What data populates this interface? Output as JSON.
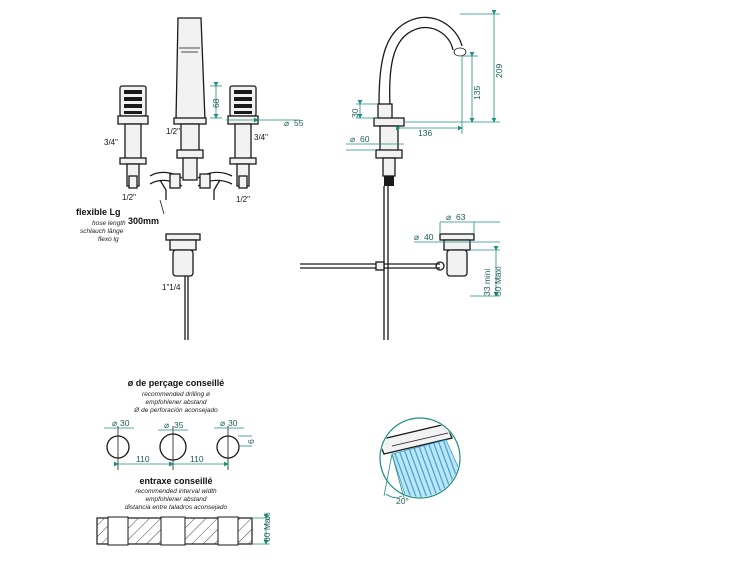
{
  "front_view": {
    "dim_68": "68",
    "dim_55": "55",
    "label_half_inch_center": "1/2\"",
    "label_3_4_left": "3/4\"",
    "label_3_4_right": "3/4\"",
    "label_half_left": "1/2\"",
    "label_half_right": "1/2\"",
    "label_waste": "1\"1/4",
    "hose_label": "flexible Lg",
    "hose_label_en": "hose length",
    "hose_label_de": "schlauch länge",
    "hose_label_es": "flexo lg",
    "hose_length": "300mm"
  },
  "side_view": {
    "dim_209": "209",
    "dim_135": "135",
    "dim_136": "136",
    "dim_60": "60",
    "dim_30": "30",
    "dim_63": "63",
    "dim_40": "40",
    "dim_33": "33  mini",
    "dim_50": "50 Maxi"
  },
  "drilling": {
    "title": "ø de perçage conseillé",
    "line_en": "recommended drilling ø",
    "line_de": "empfohlener abstand",
    "line_es": "Ø de perforación aconsejado",
    "hole_left": "30",
    "hole_center": "35",
    "hole_right": "30",
    "spacing_left": "110",
    "spacing_right": "110",
    "dim_6": "6"
  },
  "interval": {
    "title": "entraxe conseillé",
    "line_en": "recommended interval width",
    "line_de": "empfohlener abstand",
    "line_es": "distancia entre taladros aconsejado",
    "dim_60max": "60 Maxi"
  },
  "detail": {
    "angle": "20°"
  },
  "colors": {
    "dimension": "#1f8f7f",
    "line": "#1a1a1a",
    "water": "#7ecbea"
  }
}
